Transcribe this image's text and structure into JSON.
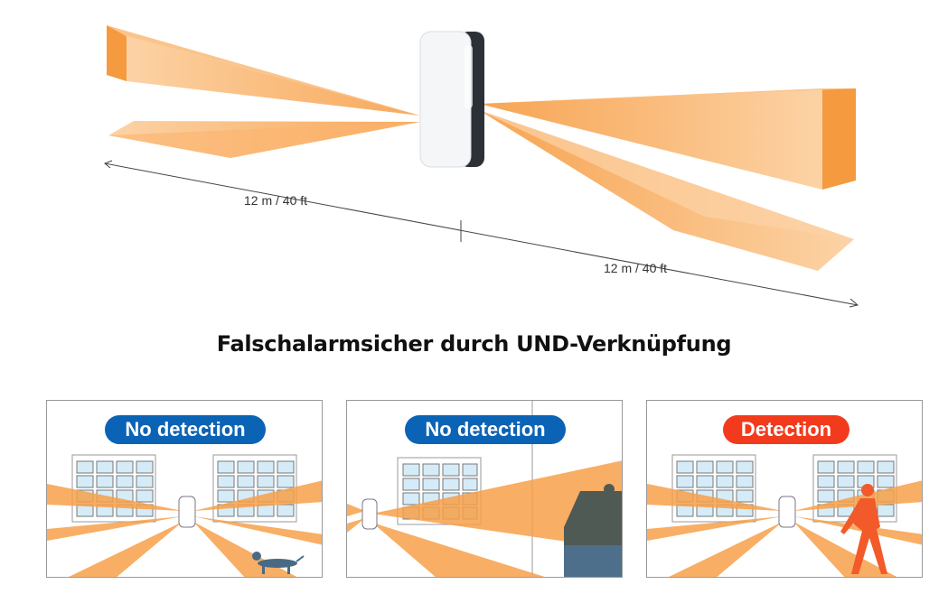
{
  "diagram": {
    "distance_left": "12 m / 40 ft",
    "distance_right": "12 m / 40 ft"
  },
  "title": "Falschalarmsicher durch UND-Verknüpfung",
  "panels": [
    {
      "badge": "No detection",
      "color": "#0b63b5",
      "scene": "dog"
    },
    {
      "badge": "No detection",
      "color": "#0b63b5",
      "scene": "car"
    },
    {
      "badge": "Detection",
      "color": "#f23b1c",
      "scene": "person"
    }
  ],
  "colors": {
    "beam": "#f7a04a",
    "beam_light": "#fcd3a6"
  }
}
